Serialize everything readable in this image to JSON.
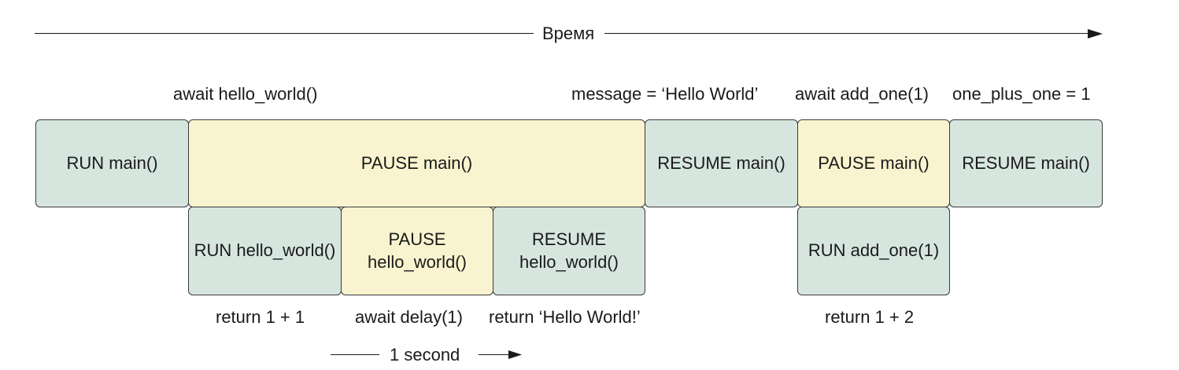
{
  "timeline": {
    "label": "Время"
  },
  "top_labels": {
    "await_hello": "await hello_world()",
    "message": "message =  ‘Hello World’",
    "await_add_one": "await add_one(1)",
    "one_plus_one": "one_plus_one = 1"
  },
  "main_row": {
    "run_main": "RUN main()",
    "pause_main_1": "PAUSE main()",
    "resume_main_1": "RESUME main()",
    "pause_main_2": "PAUSE main()",
    "resume_main_2": "RESUME main()"
  },
  "sub_row": {
    "run_hello": "RUN hello_world()",
    "pause_hello": "PAUSE\nhello_world()",
    "resume_hello": "RESUME\nhello_world()",
    "run_add_one": "RUN add_one(1)"
  },
  "bottom_labels": {
    "return_1_1": "return 1 + 1",
    "await_delay": "await delay(1)",
    "return_hello": "return ‘Hello World!’",
    "return_1_2": "return 1 + 2"
  },
  "duration": {
    "label": "1 second"
  },
  "colors": {
    "run": "#d6e6df",
    "pause": "#f9f4cf",
    "border": "#3a3a3a"
  }
}
